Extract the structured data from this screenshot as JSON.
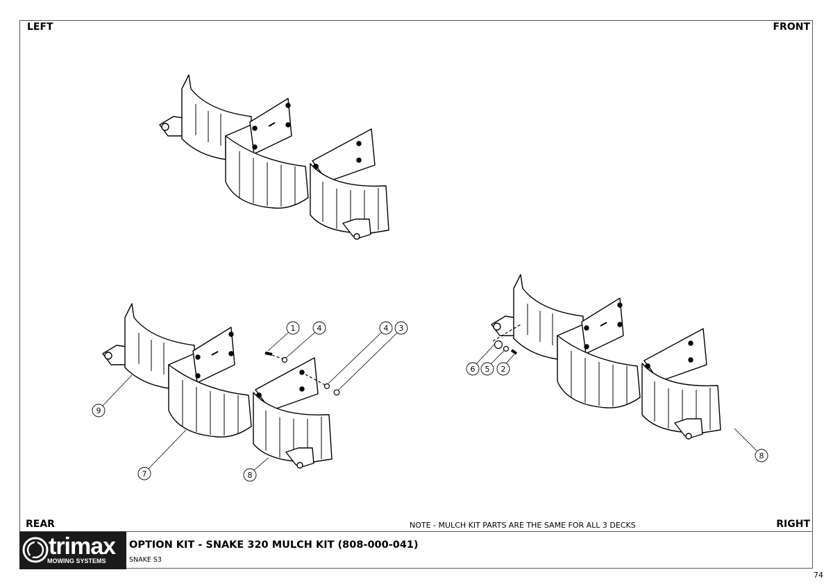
{
  "corners": {
    "top_left": "LEFT",
    "top_right": "FRONT",
    "bottom_left": "REAR",
    "bottom_right": "RIGHT"
  },
  "note": "NOTE - MULCH KIT PARTS ARE THE SAME FOR ALL 3 DECKS",
  "title_block": {
    "logo": {
      "brand": "trimax",
      "tagline": "MOWING SYSTEMS"
    },
    "title": "OPTION KIT - SNAKE 320 MULCH KIT (808-000-041)",
    "subtitle": "SNAKE S3"
  },
  "page_number": "74",
  "callouts": {
    "exploded_view": [
      "1",
      "4",
      "4",
      "3",
      "9",
      "7",
      "8"
    ],
    "right_view": [
      "6",
      "5",
      "2",
      "8"
    ]
  }
}
